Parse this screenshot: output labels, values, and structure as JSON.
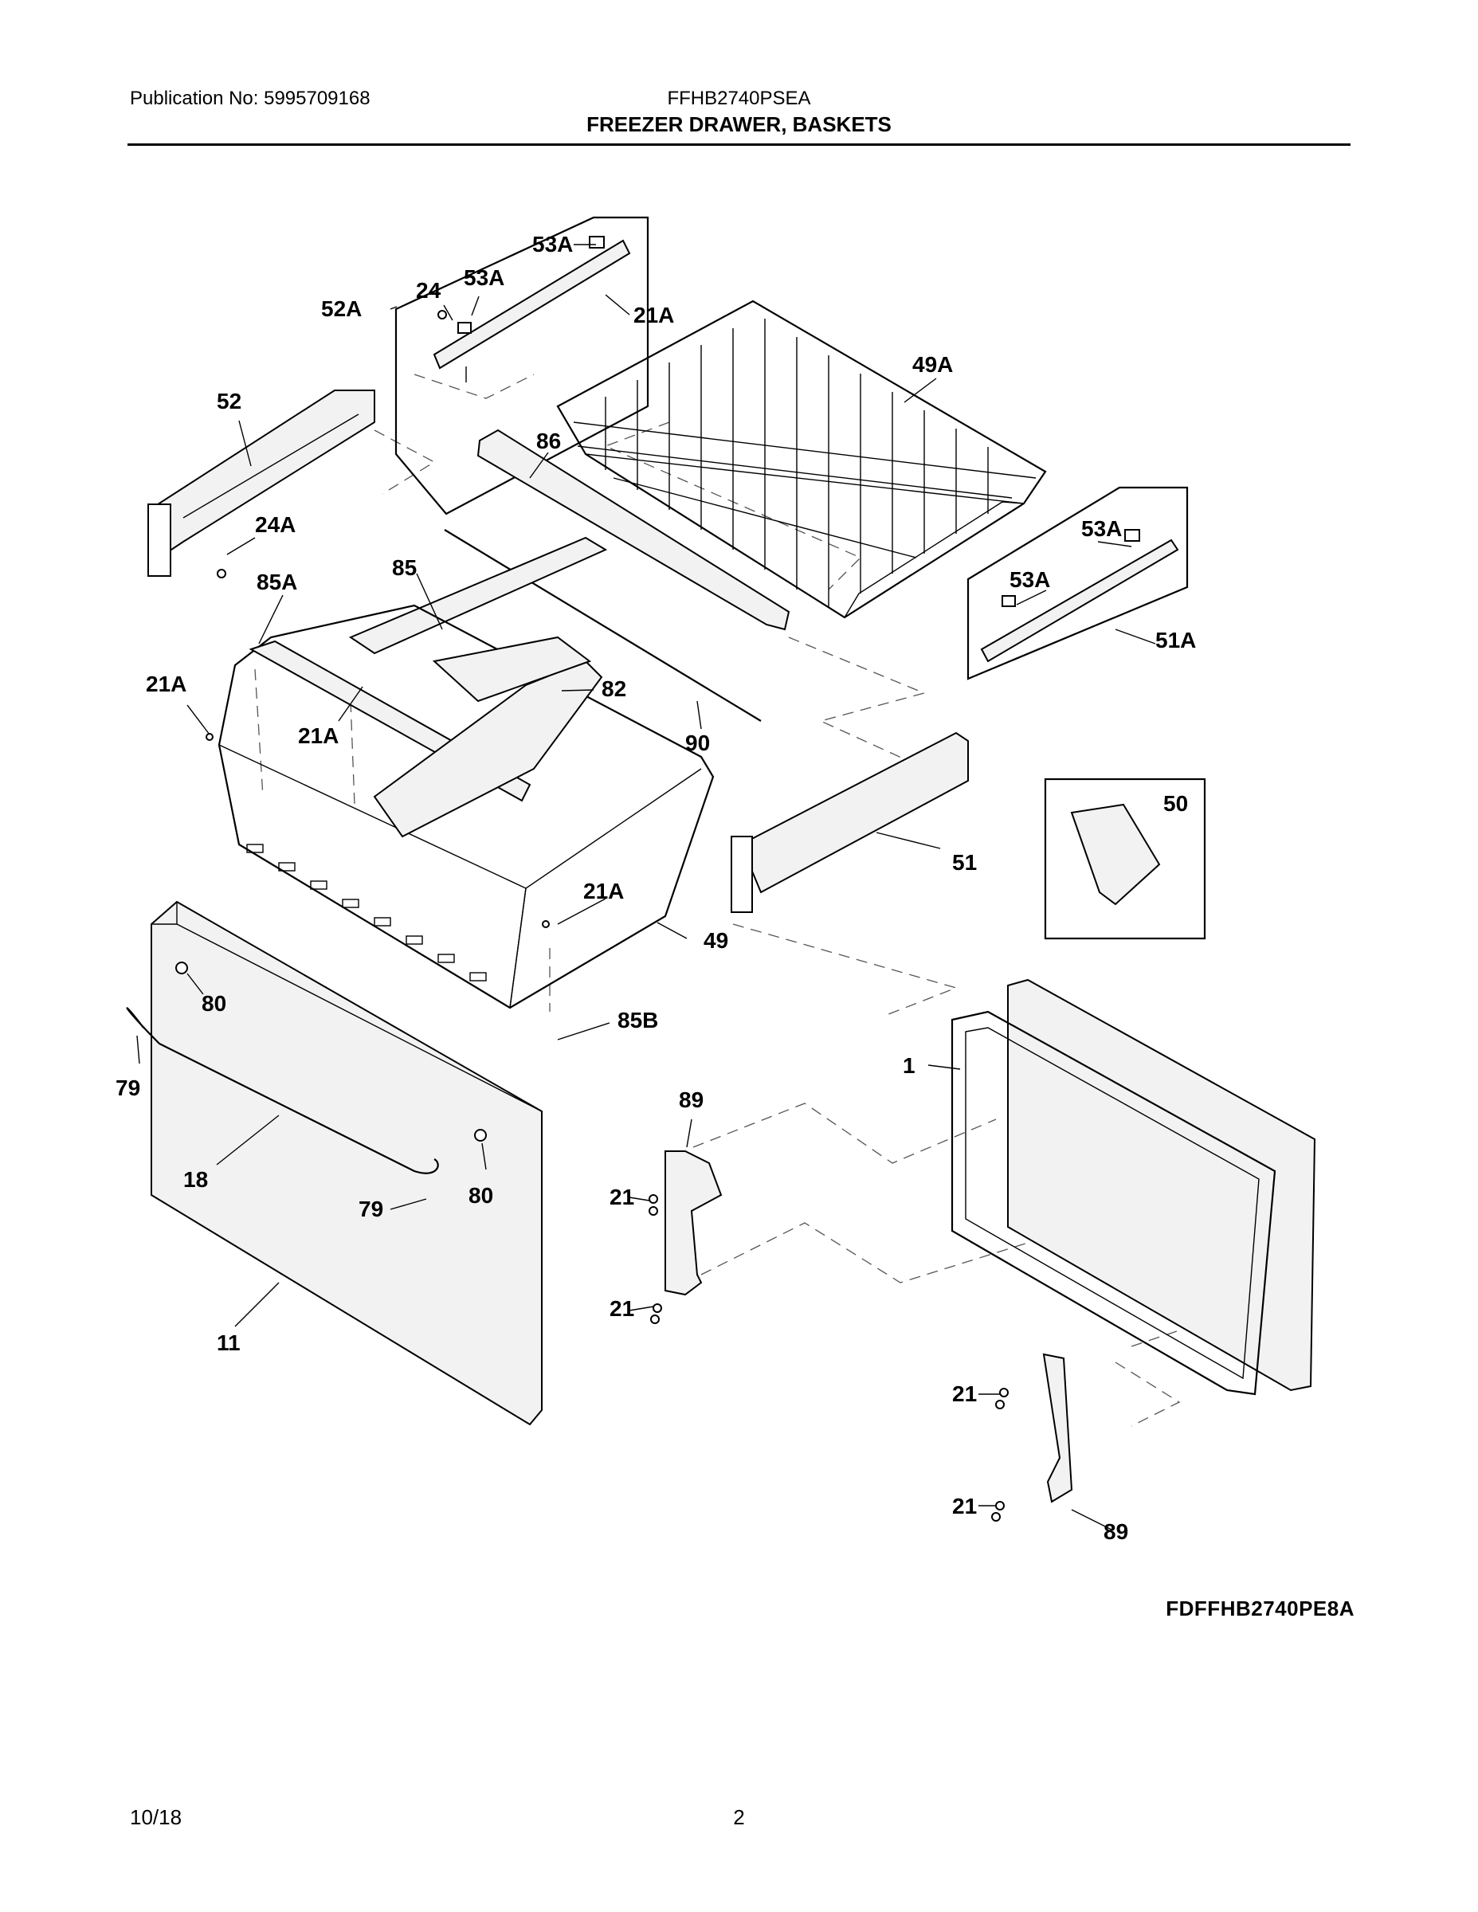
{
  "header": {
    "publication": "Publication No: 5995709168",
    "model": "FFHB2740PSEA",
    "title": "FREEZER DRAWER, BASKETS"
  },
  "callouts": {
    "c53A_top": "53A",
    "c24": "24",
    "c53A_mid": "53A",
    "c52A": "52A",
    "c21A_top": "21A",
    "c49A": "49A",
    "c52": "52",
    "c86": "86",
    "c24A": "24A",
    "c85A": "85A",
    "c85": "85",
    "c53A_right1": "53A",
    "c53A_right2": "53A",
    "c51A": "51A",
    "c21A_left": "21A",
    "c82": "82",
    "c21A_inner": "21A",
    "c90": "90",
    "c50": "50",
    "c51": "51",
    "c21A_low": "21A",
    "c49": "49",
    "c80_top": "80",
    "c85B": "85B",
    "c1": "1",
    "c79_left": "79",
    "c89_top": "89",
    "c18": "18",
    "c21_a": "21",
    "c79_low": "79",
    "c80_low": "80",
    "c21_b": "21",
    "c11": "11",
    "c21_c": "21",
    "c21_d": "21",
    "c89_low": "89"
  },
  "reference_code": "FDFFHB2740PE8A",
  "footer": {
    "date": "10/18",
    "page": "2"
  }
}
